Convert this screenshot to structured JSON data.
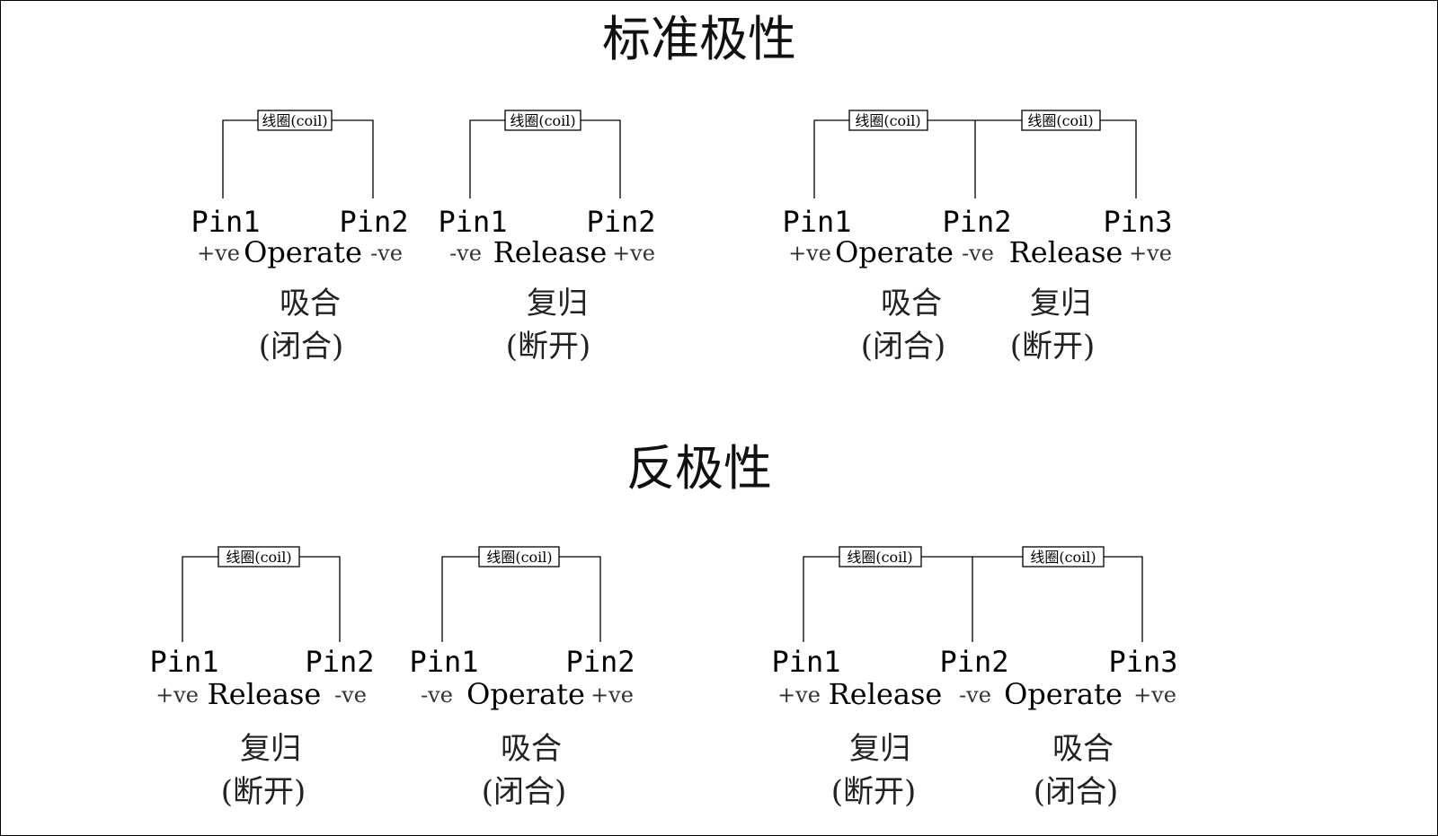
{
  "sections": [
    {
      "title": "标准极性",
      "diagrams": [
        {
          "coils": [
            "线圈(coil)"
          ],
          "pins": [
            "Pin1",
            "Pin2"
          ],
          "polarities": [
            "+ve",
            "-ve"
          ],
          "actions": [
            "Operate"
          ],
          "states": [
            {
              "main": "吸合",
              "sub": "(闭合)"
            }
          ]
        },
        {
          "coils": [
            "线圈(coil)"
          ],
          "pins": [
            "Pin1",
            "Pin2"
          ],
          "polarities": [
            "-ve",
            "+ve"
          ],
          "actions": [
            "Release"
          ],
          "states": [
            {
              "main": "复归",
              "sub": "(断开)"
            }
          ]
        },
        {
          "coils": [
            "线圈(coil)",
            "线圈(coil)"
          ],
          "pins": [
            "Pin1",
            "Pin2",
            "Pin3"
          ],
          "polarities": [
            "+ve",
            "-ve",
            "+ve"
          ],
          "actions": [
            "Operate",
            "Release"
          ],
          "states": [
            {
              "main": "吸合",
              "sub": "(闭合)"
            },
            {
              "main": "复归",
              "sub": "(断开)"
            }
          ]
        }
      ]
    },
    {
      "title": "反极性",
      "diagrams": [
        {
          "coils": [
            "线圈(coil)"
          ],
          "pins": [
            "Pin1",
            "Pin2"
          ],
          "polarities": [
            "+ve",
            "-ve"
          ],
          "actions": [
            "Release"
          ],
          "states": [
            {
              "main": "复归",
              "sub": "(断开)"
            }
          ]
        },
        {
          "coils": [
            "线圈(coil)"
          ],
          "pins": [
            "Pin1",
            "Pin2"
          ],
          "polarities": [
            "-ve",
            "+ve"
          ],
          "actions": [
            "Operate"
          ],
          "states": [
            {
              "main": "吸合",
              "sub": "(闭合)"
            }
          ]
        },
        {
          "coils": [
            "线圈(coil)",
            "线圈(coil)"
          ],
          "pins": [
            "Pin1",
            "Pin2",
            "Pin3"
          ],
          "polarities": [
            "+ve",
            "-ve",
            "+ve"
          ],
          "actions": [
            "Release",
            "Operate"
          ],
          "states": [
            {
              "main": "复归",
              "sub": "(断开)"
            },
            {
              "main": "吸合",
              "sub": "(闭合)"
            }
          ]
        }
      ]
    }
  ]
}
